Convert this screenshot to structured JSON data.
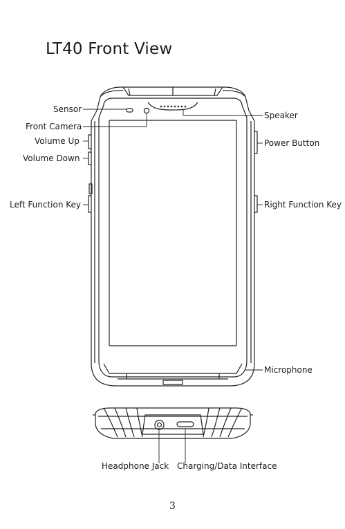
{
  "title": "LT40 Front View",
  "labels": {
    "sensor": "Sensor",
    "front_camera": "Front Camera",
    "volume_up": "Volume Up",
    "volume_down": "Volume Down",
    "left_function_key": "Left Function Key",
    "speaker": "Speaker",
    "power_button": "Power Button",
    "right_function_key": "Right Function Key",
    "microphone": "Microphone",
    "headphone_jack": "Headphone Jack",
    "charging_data_interface": "Charging/Data Interface"
  },
  "page_number": "3"
}
